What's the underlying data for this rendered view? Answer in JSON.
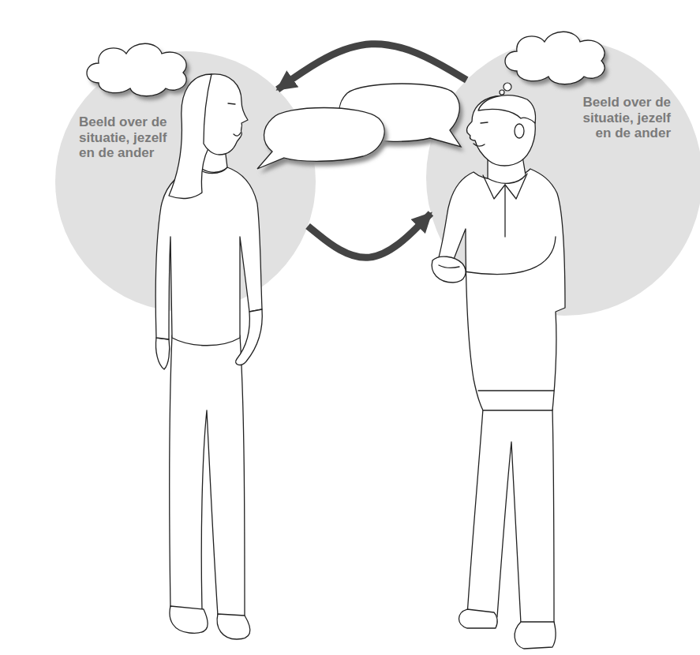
{
  "diagram": {
    "nodes": [
      {
        "text": [
          "Beeld over de situatie, jezelf en de ander"
        ]
      },
      {
        "text": [
          "Beeld over de situatie, jezelf en de ander"
        ]
      }
    ],
    "edges": [
      {
        "from": 1,
        "to": 0,
        "arrow": "to"
      },
      {
        "from": 0,
        "to": 1,
        "arrow": "to"
      }
    ]
  }
}
